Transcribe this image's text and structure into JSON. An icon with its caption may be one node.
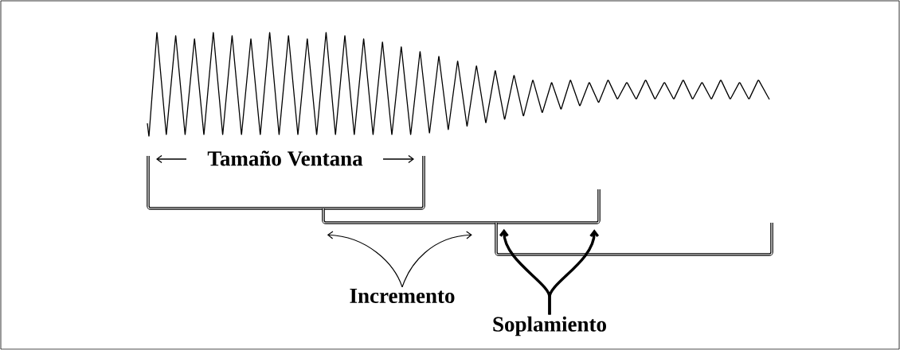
{
  "diagram": {
    "nodes": [
      {
        "text": [
          "Incremento"
        ]
      },
      {
        "text": [
          "Soplamiento"
        ]
      },
      {
        "text": [],
        "shape": "bracket"
      },
      {
        "text": [],
        "shape": "bracket"
      },
      {
        "text": [],
        "shape": "bracket"
      }
    ],
    "edges": [
      {
        "from": 0,
        "to": 3,
        "arrow": "to"
      },
      {
        "from": 0,
        "to": 3,
        "arrow": "to"
      },
      {
        "from": 1,
        "to": 4,
        "arrow": "to",
        "style": "thick"
      },
      {
        "from": 1,
        "to": 3,
        "arrow": "to",
        "style": "thick"
      }
    ],
    "labels": [
      "Tamaño Ventana"
    ]
  }
}
